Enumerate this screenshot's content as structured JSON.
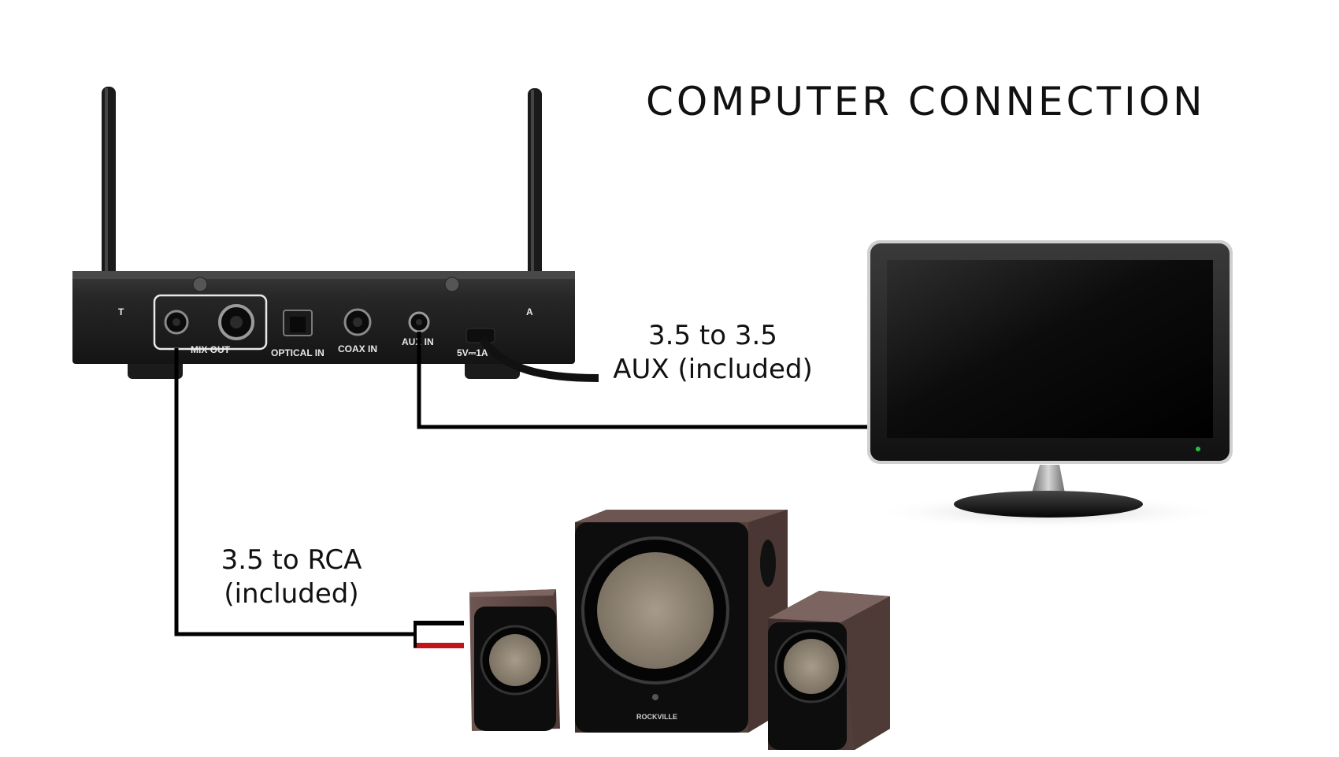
{
  "title": "COMPUTER CONNECTION",
  "cables": {
    "aux": {
      "line1": "3.5 to 3.5",
      "line2": "AUX (included)"
    },
    "rca": {
      "line1": "3.5 to RCA",
      "line2": "(included)"
    }
  },
  "receiver": {
    "port_labels": {
      "left_edge": "T",
      "mix_out": "MIX OUT",
      "optical_in": "OPTICAL IN",
      "coax_in": "COAX IN",
      "aux_in": "AUX IN",
      "power": "5V⎓1A",
      "right_edge": "A"
    }
  },
  "subwoofer": {
    "brand": "ROCKVILLE"
  },
  "colors": {
    "rca_red": "#c0141a",
    "cable": "#000000",
    "cabinet": "#5a4440"
  }
}
